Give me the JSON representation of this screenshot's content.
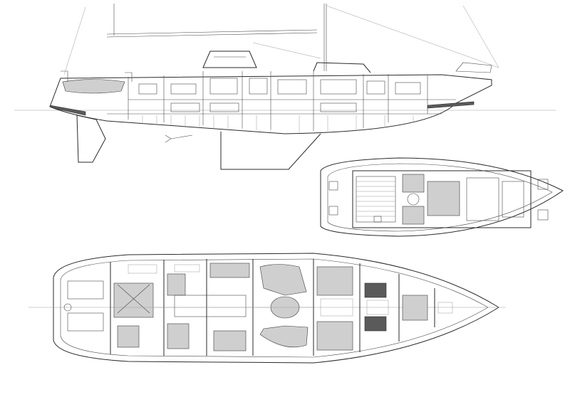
{
  "drawing": {
    "views": [
      {
        "id": "profile",
        "kind": "side elevation"
      },
      {
        "id": "deck",
        "kind": "deck plan"
      },
      {
        "id": "accommodation",
        "kind": "interior layout plan"
      }
    ],
    "colors": {
      "line": "#2a2a2a",
      "fill_light": "#cfcfcf",
      "fill_dark": "#5a5a5a",
      "background": "#ffffff"
    }
  }
}
